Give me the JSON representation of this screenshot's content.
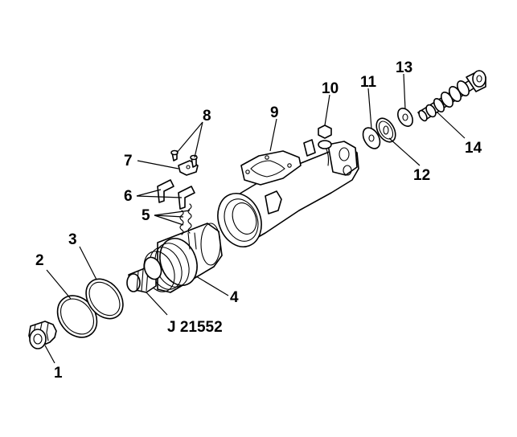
{
  "callouts": {
    "c1": "1",
    "c2": "2",
    "c3": "3",
    "c4": "4",
    "c5": "5",
    "c6": "6",
    "c7": "7",
    "c8": "8",
    "c9": "9",
    "c10": "10",
    "c11": "11",
    "c12": "12",
    "c13": "13",
    "c14": "14"
  },
  "tool_label": "J 21552"
}
